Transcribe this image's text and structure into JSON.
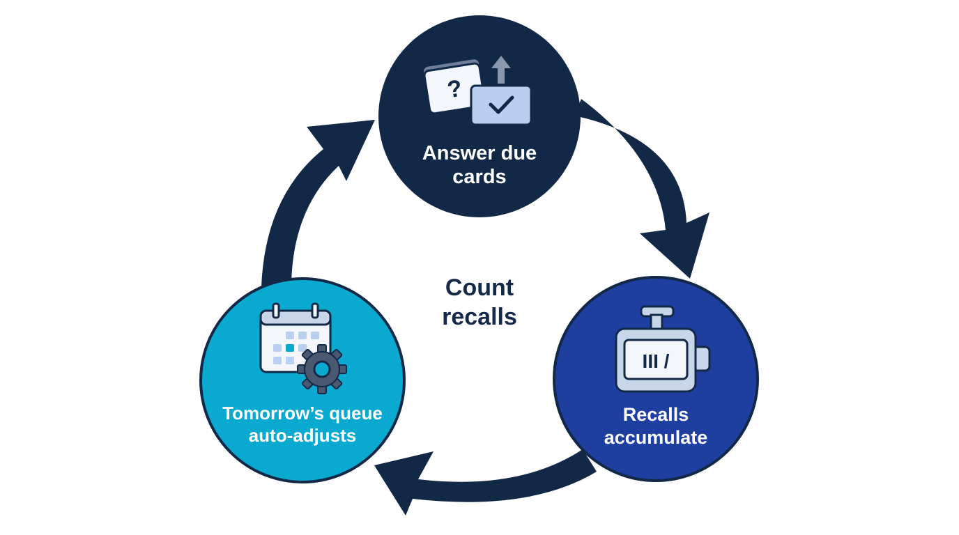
{
  "diagram": {
    "center": {
      "line1": "Count",
      "line2": "recalls"
    },
    "nodes": {
      "answer": {
        "line1": "Answer due",
        "line2": "cards",
        "color": "#122847",
        "icon": "flashcards-check-icon"
      },
      "recalls": {
        "line1": "Recalls",
        "line2": "accumulate",
        "color": "#1e3f9f",
        "icon": "tally-counter-icon"
      },
      "queue": {
        "line1": "Tomorrow’s queue",
        "line2": "auto-adjusts",
        "color": "#0aa9d0",
        "icon": "calendar-gear-icon"
      }
    },
    "arrow_color": "#122847",
    "counter_display": "III /"
  }
}
